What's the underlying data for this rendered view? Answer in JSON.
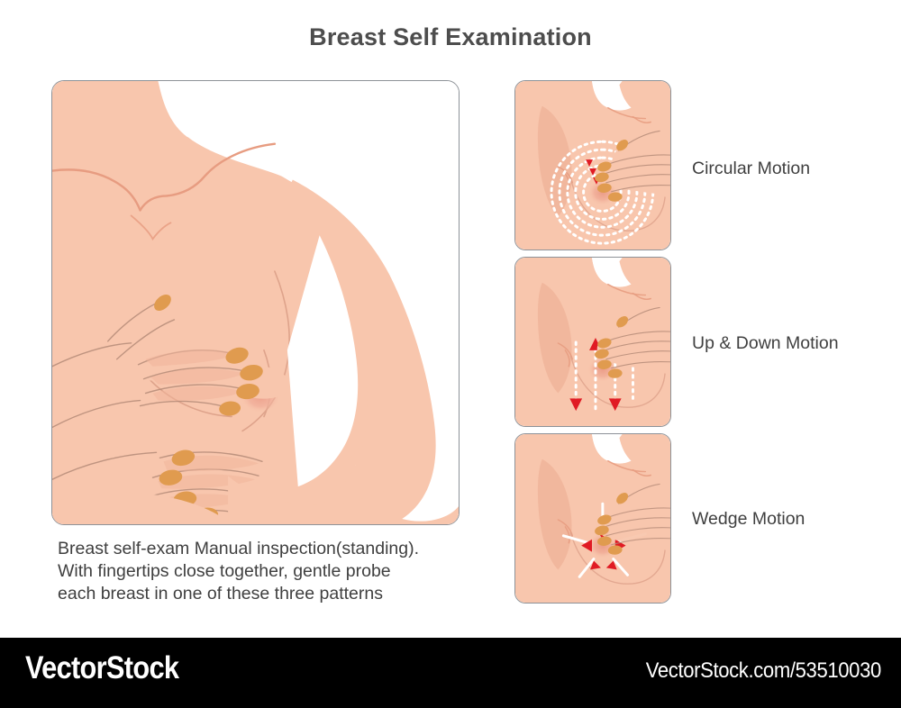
{
  "page": {
    "title": "Breast Self Examination",
    "background_color": "#ffffff",
    "title_color": "#4d4d4d"
  },
  "main_illustration": {
    "name": "breast-self-exam-standing-illustration",
    "border_color": "#8d9298",
    "description": "Woman torso standing, both hands palpating left breast with fingertips close together"
  },
  "caption": {
    "line1": "Breast self-exam Manual inspection(standing).",
    "line2": "With fingertips close together, gentle probe",
    "line3": "each breast in one of these three patterns"
  },
  "patterns": [
    {
      "label": "Circular Motion",
      "icon": "circular-motion-diagram",
      "guide_style": "concentric white dashed spiral arcs around nipple",
      "arrow_color": "#e01b24"
    },
    {
      "label": "Up & Down Motion",
      "icon": "up-down-motion-diagram",
      "guide_style": "four vertical white dashed lines with alternating up and down arrows",
      "arrow_color": "#e01b24"
    },
    {
      "label": "Wedge Motion",
      "icon": "wedge-motion-diagram",
      "guide_style": "white radial spokes converging toward nipple with inward arrows",
      "arrow_color": "#e01b24"
    }
  ],
  "colors": {
    "skin": "#f8c6ad",
    "skin_shadow": "#f0b49a",
    "nail": "#e09b4f",
    "outline": "#b58b78",
    "areola": "#efa894",
    "arrow_red": "#e01b24",
    "guide_white": "#ffffff",
    "panel_border": "#8d9298",
    "footer_background": "#000000",
    "footer_text": "#ffffff"
  },
  "footer": {
    "logo": "VectorStock",
    "url": "VectorStock.com/53510030"
  }
}
